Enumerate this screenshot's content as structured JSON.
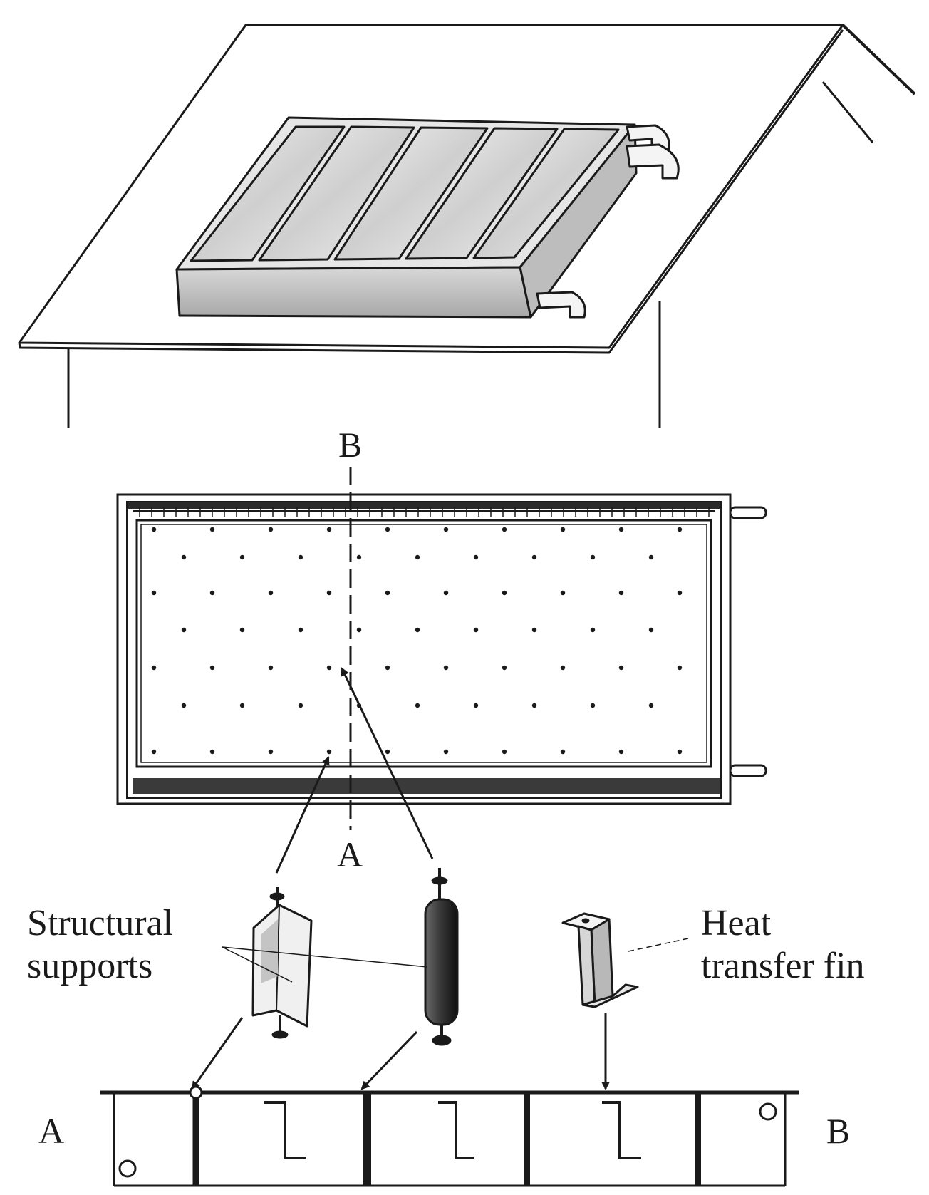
{
  "labels": {
    "section_top": "B",
    "section_bottom": "A",
    "section_left": "A",
    "section_right": "B",
    "structural_line1": "Structural",
    "structural_line2": "supports",
    "fin_line1": "Heat",
    "fin_line2": "transfer fin"
  },
  "colors": {
    "ink": "#1a1a1a",
    "glass": "#d9d9d9",
    "shade": "#9a9a9a",
    "paper": "#ffffff"
  }
}
